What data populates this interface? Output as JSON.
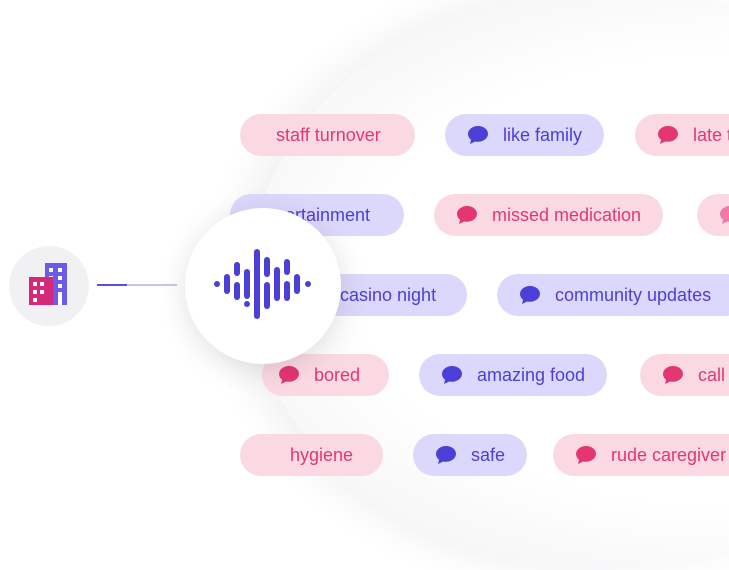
{
  "colors": {
    "pink_bg": "#fbd9e2",
    "pink_text": "#e33673",
    "purple_bg": "#dcd8fb",
    "purple_text": "#4a3fd6",
    "brand": "#4a3fd6"
  },
  "icons": {
    "source": "building-icon",
    "hub": "audio-waveform-icon",
    "pill": "chat-bubble-icon"
  },
  "tags": [
    {
      "label": "staff turnover",
      "tone": "pink"
    },
    {
      "label": "like family",
      "tone": "purple"
    },
    {
      "label": "late t",
      "tone": "pink"
    },
    {
      "label": "ertainment",
      "tone": "purple"
    },
    {
      "label": "missed medication",
      "tone": "pink"
    },
    {
      "label": "casino night",
      "tone": "purple"
    },
    {
      "label": "community updates",
      "tone": "purple"
    },
    {
      "label": "bored",
      "tone": "pink"
    },
    {
      "label": "amazing food",
      "tone": "purple"
    },
    {
      "label": "call l",
      "tone": "pink"
    },
    {
      "label": "hygiene",
      "tone": "pink"
    },
    {
      "label": "safe",
      "tone": "purple"
    },
    {
      "label": "rude caregiver",
      "tone": "pink"
    }
  ]
}
